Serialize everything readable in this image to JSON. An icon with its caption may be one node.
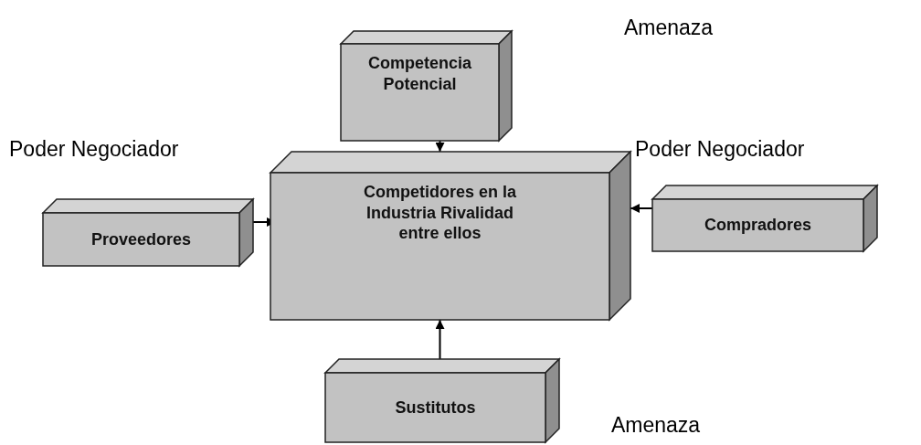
{
  "diagram": {
    "nodes": [
      {
        "text": [
          "Competencia Potencial"
        ]
      },
      {
        "text": [
          "Proveedores"
        ]
      },
      {
        "text": [
          "Competidores en la Industria Rivalidad entre ellos"
        ]
      },
      {
        "text": [
          "Compradores"
        ]
      },
      {
        "text": [
          "Sustitutos"
        ]
      }
    ],
    "edges": [
      {
        "from": 0,
        "to": 2,
        "arrow": "to"
      },
      {
        "from": 1,
        "to": 2,
        "arrow": "to"
      },
      {
        "from": 3,
        "to": 2,
        "arrow": "to"
      },
      {
        "from": 4,
        "to": 2,
        "arrow": "to"
      }
    ],
    "labels": [
      "Amenaza",
      "Poder Negociador",
      "Poder Negociador",
      "Amenaza"
    ]
  }
}
